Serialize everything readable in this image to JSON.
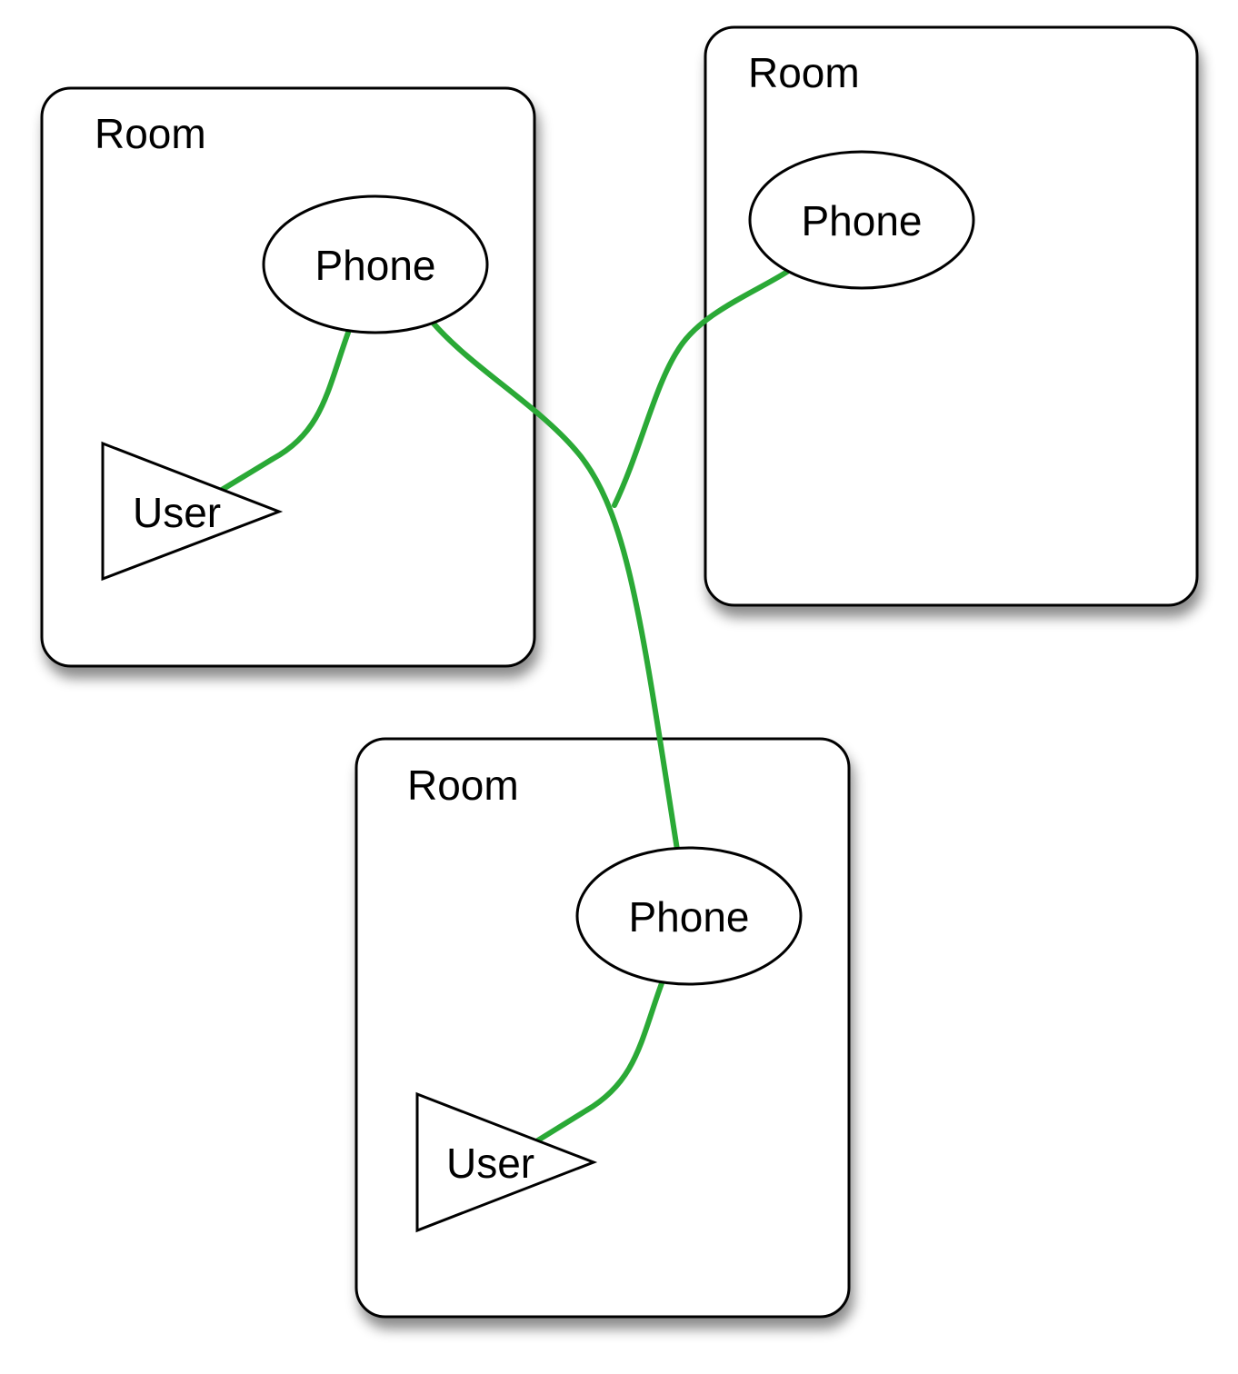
{
  "colors": {
    "connection": "#2aa936",
    "outline": "#000000",
    "background": "#ffffff"
  },
  "rooms": [
    {
      "label": "Room",
      "phone": {
        "label": "Phone"
      },
      "user": {
        "label": "User"
      }
    },
    {
      "label": "Room",
      "phone": {
        "label": "Phone"
      }
    },
    {
      "label": "Room",
      "phone": {
        "label": "Phone"
      },
      "user": {
        "label": "User"
      }
    }
  ]
}
